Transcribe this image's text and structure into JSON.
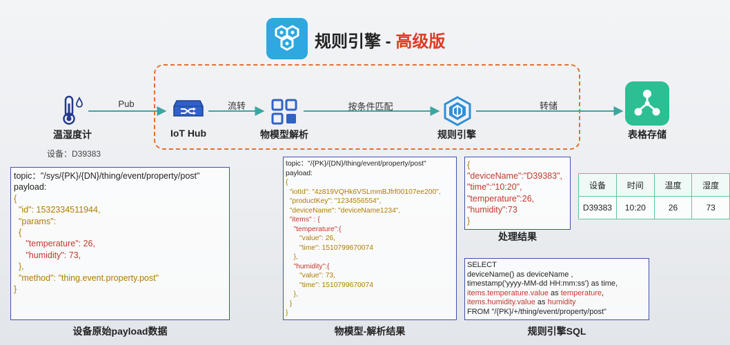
{
  "header": {
    "title_main": "规则引擎 - ",
    "title_accent": "高级版"
  },
  "colors": {
    "accent": "#e23a1f",
    "frame": "#e2702f",
    "arrow": "#3aa6a0",
    "panel_border": "#3f51a8",
    "table_border": "#5ec49a"
  },
  "flow": {
    "nodes": [
      {
        "label": "温湿度计",
        "icon": "thermometer-icon"
      },
      {
        "label": "IoT Hub",
        "icon": "shuffle-hub-icon"
      },
      {
        "label": "物模型解析",
        "icon": "grid-icon"
      },
      {
        "label": "规则引擎",
        "icon": "hexagon-engine-icon"
      },
      {
        "label": "表格存储",
        "icon": "share-network-icon"
      }
    ],
    "edges": [
      "Pub",
      "流转",
      "按条件匹配",
      "转储"
    ],
    "device_id": "设备：D39383"
  },
  "raw_payload": {
    "topic_key": "topic：",
    "topic_value": "\"/sys/{PK}/{DN}/thing/event/property/post\"",
    "payload_key": "payload:",
    "open": "{",
    "id_key": "\"id\"",
    "id_value": ": 1532334511944,",
    "params_key": "\"params\"",
    "params_colon": ":",
    "params_open": "{",
    "temp_key": "\"temperature\"",
    "temp_value": ": 26,",
    "hum_key": "\"humidity\"",
    "hum_value": ": 73,",
    "params_close": "},",
    "method_key": "\"method\"",
    "method_value": ": \"thing.event.property.post\"",
    "close": "}",
    "caption": "设备原始payload数据"
  },
  "parsed_payload": {
    "topic_line": "topic：\"/{PK}/{DN}/thing/event/property/post\"",
    "payload_key": "payload:",
    "open": "{",
    "iotid_key": "\"iotId\"",
    "iotid_value": ": \"4z819VQHk6VSLmmBJfrf00107ee200\",",
    "pk_key": "\"productKey\"",
    "pk_value": ": \"1234556554\",",
    "dn_key": "\"deviceName\"",
    "dn_value": ": \"deviceName1234\",",
    "items_key": "\"items\"",
    "items_open": " : {",
    "temp_key": "\"temperature\"",
    "temp_open": ":{",
    "temp_val_key": "\"value\"",
    "temp_val": ": 26,",
    "temp_time_key": "\"time\"",
    "temp_time": ": 1510799670074",
    "temp_close": "},",
    "hum_key": "\"humidity\"",
    "hum_open": ":{",
    "hum_val_key": "\"value\"",
    "hum_val": ": 73,",
    "hum_time_key": "\"time\"",
    "hum_time": ": 1510799670074",
    "hum_close": "},",
    "items_close": "}",
    "close": "}",
    "caption": "物模型-解析结果"
  },
  "result": {
    "open": "{",
    "l1": "\"deviceName\":\"D39383\",",
    "l2": "\"time\":\"10:20\",",
    "l3": "\"temperature\":26,",
    "l4": "\"humidity\":73",
    "close": "}",
    "caption": "处理结果"
  },
  "table": {
    "headers": [
      "设备",
      "时间",
      "温度",
      "湿度"
    ],
    "row": [
      "D39383",
      "10:20",
      "26",
      "73"
    ]
  },
  "sql": {
    "l1": "SELECT",
    "l2": "deviceName() as deviceName ,",
    "l3": "timestamp('yyyy-MM-dd HH:mm:ss') as time,",
    "l4a": "items.temperature.value",
    "l4b": " as ",
    "l4c": "temperature",
    "l4d": ",",
    "l5a": "items.humidity.value",
    "l5b": " as ",
    "l5c": "humidity",
    "l6": "FROM \"/{PK}/+/thing/event/property/post\"",
    "caption": "规则引擎SQL"
  }
}
